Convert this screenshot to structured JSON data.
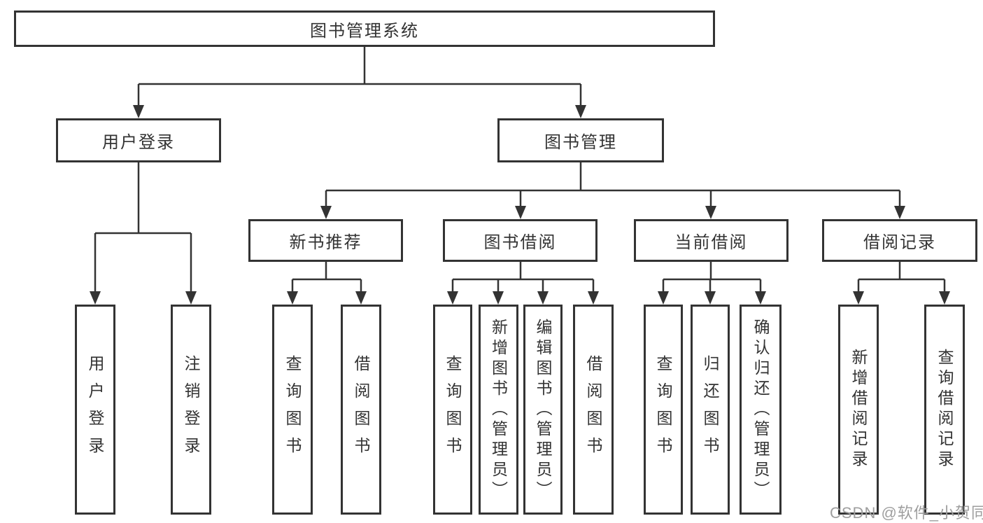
{
  "diagram_title": "图书管理系统",
  "colors": {
    "line": "#333333",
    "box_border": "#333333",
    "box_background": "#ffffff",
    "watermark": "#9e9e9e"
  },
  "tree": {
    "label": "图书管理系统",
    "children": [
      {
        "label": "用户登录",
        "children": [
          {
            "label": "用户登录"
          },
          {
            "label": "注销登录"
          }
        ]
      },
      {
        "label": "图书管理",
        "children": [
          {
            "label": "新书推荐",
            "children": [
              {
                "label": "查询图书"
              },
              {
                "label": "借阅图书"
              }
            ]
          },
          {
            "label": "图书借阅",
            "children": [
              {
                "label": "查询图书"
              },
              {
                "label": "新增图书（管理员）"
              },
              {
                "label": "编辑图书（管理员）"
              },
              {
                "label": "借阅图书"
              }
            ]
          },
          {
            "label": "当前借阅",
            "children": [
              {
                "label": "查询图书"
              },
              {
                "label": "归还图书"
              },
              {
                "label": "确认归还（管理员）"
              }
            ]
          },
          {
            "label": "借阅记录",
            "children": [
              {
                "label": "新增借阅记录"
              },
              {
                "label": "查询借阅记录"
              }
            ]
          }
        ]
      }
    ]
  },
  "watermark": "CSDN @软件_小贺同学"
}
